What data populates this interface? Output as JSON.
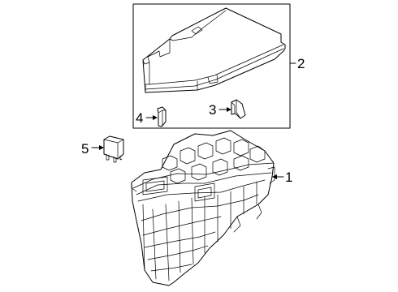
{
  "callouts": [
    {
      "id": "1",
      "label": "1",
      "part": "fuse-relay-box"
    },
    {
      "id": "2",
      "label": "2",
      "part": "cover"
    },
    {
      "id": "3",
      "label": "3",
      "part": "clip"
    },
    {
      "id": "4",
      "label": "4",
      "part": "fuse-puller"
    },
    {
      "id": "5",
      "label": "5",
      "part": "relay"
    }
  ],
  "colors": {
    "line": "#000000",
    "background": "#ffffff"
  }
}
